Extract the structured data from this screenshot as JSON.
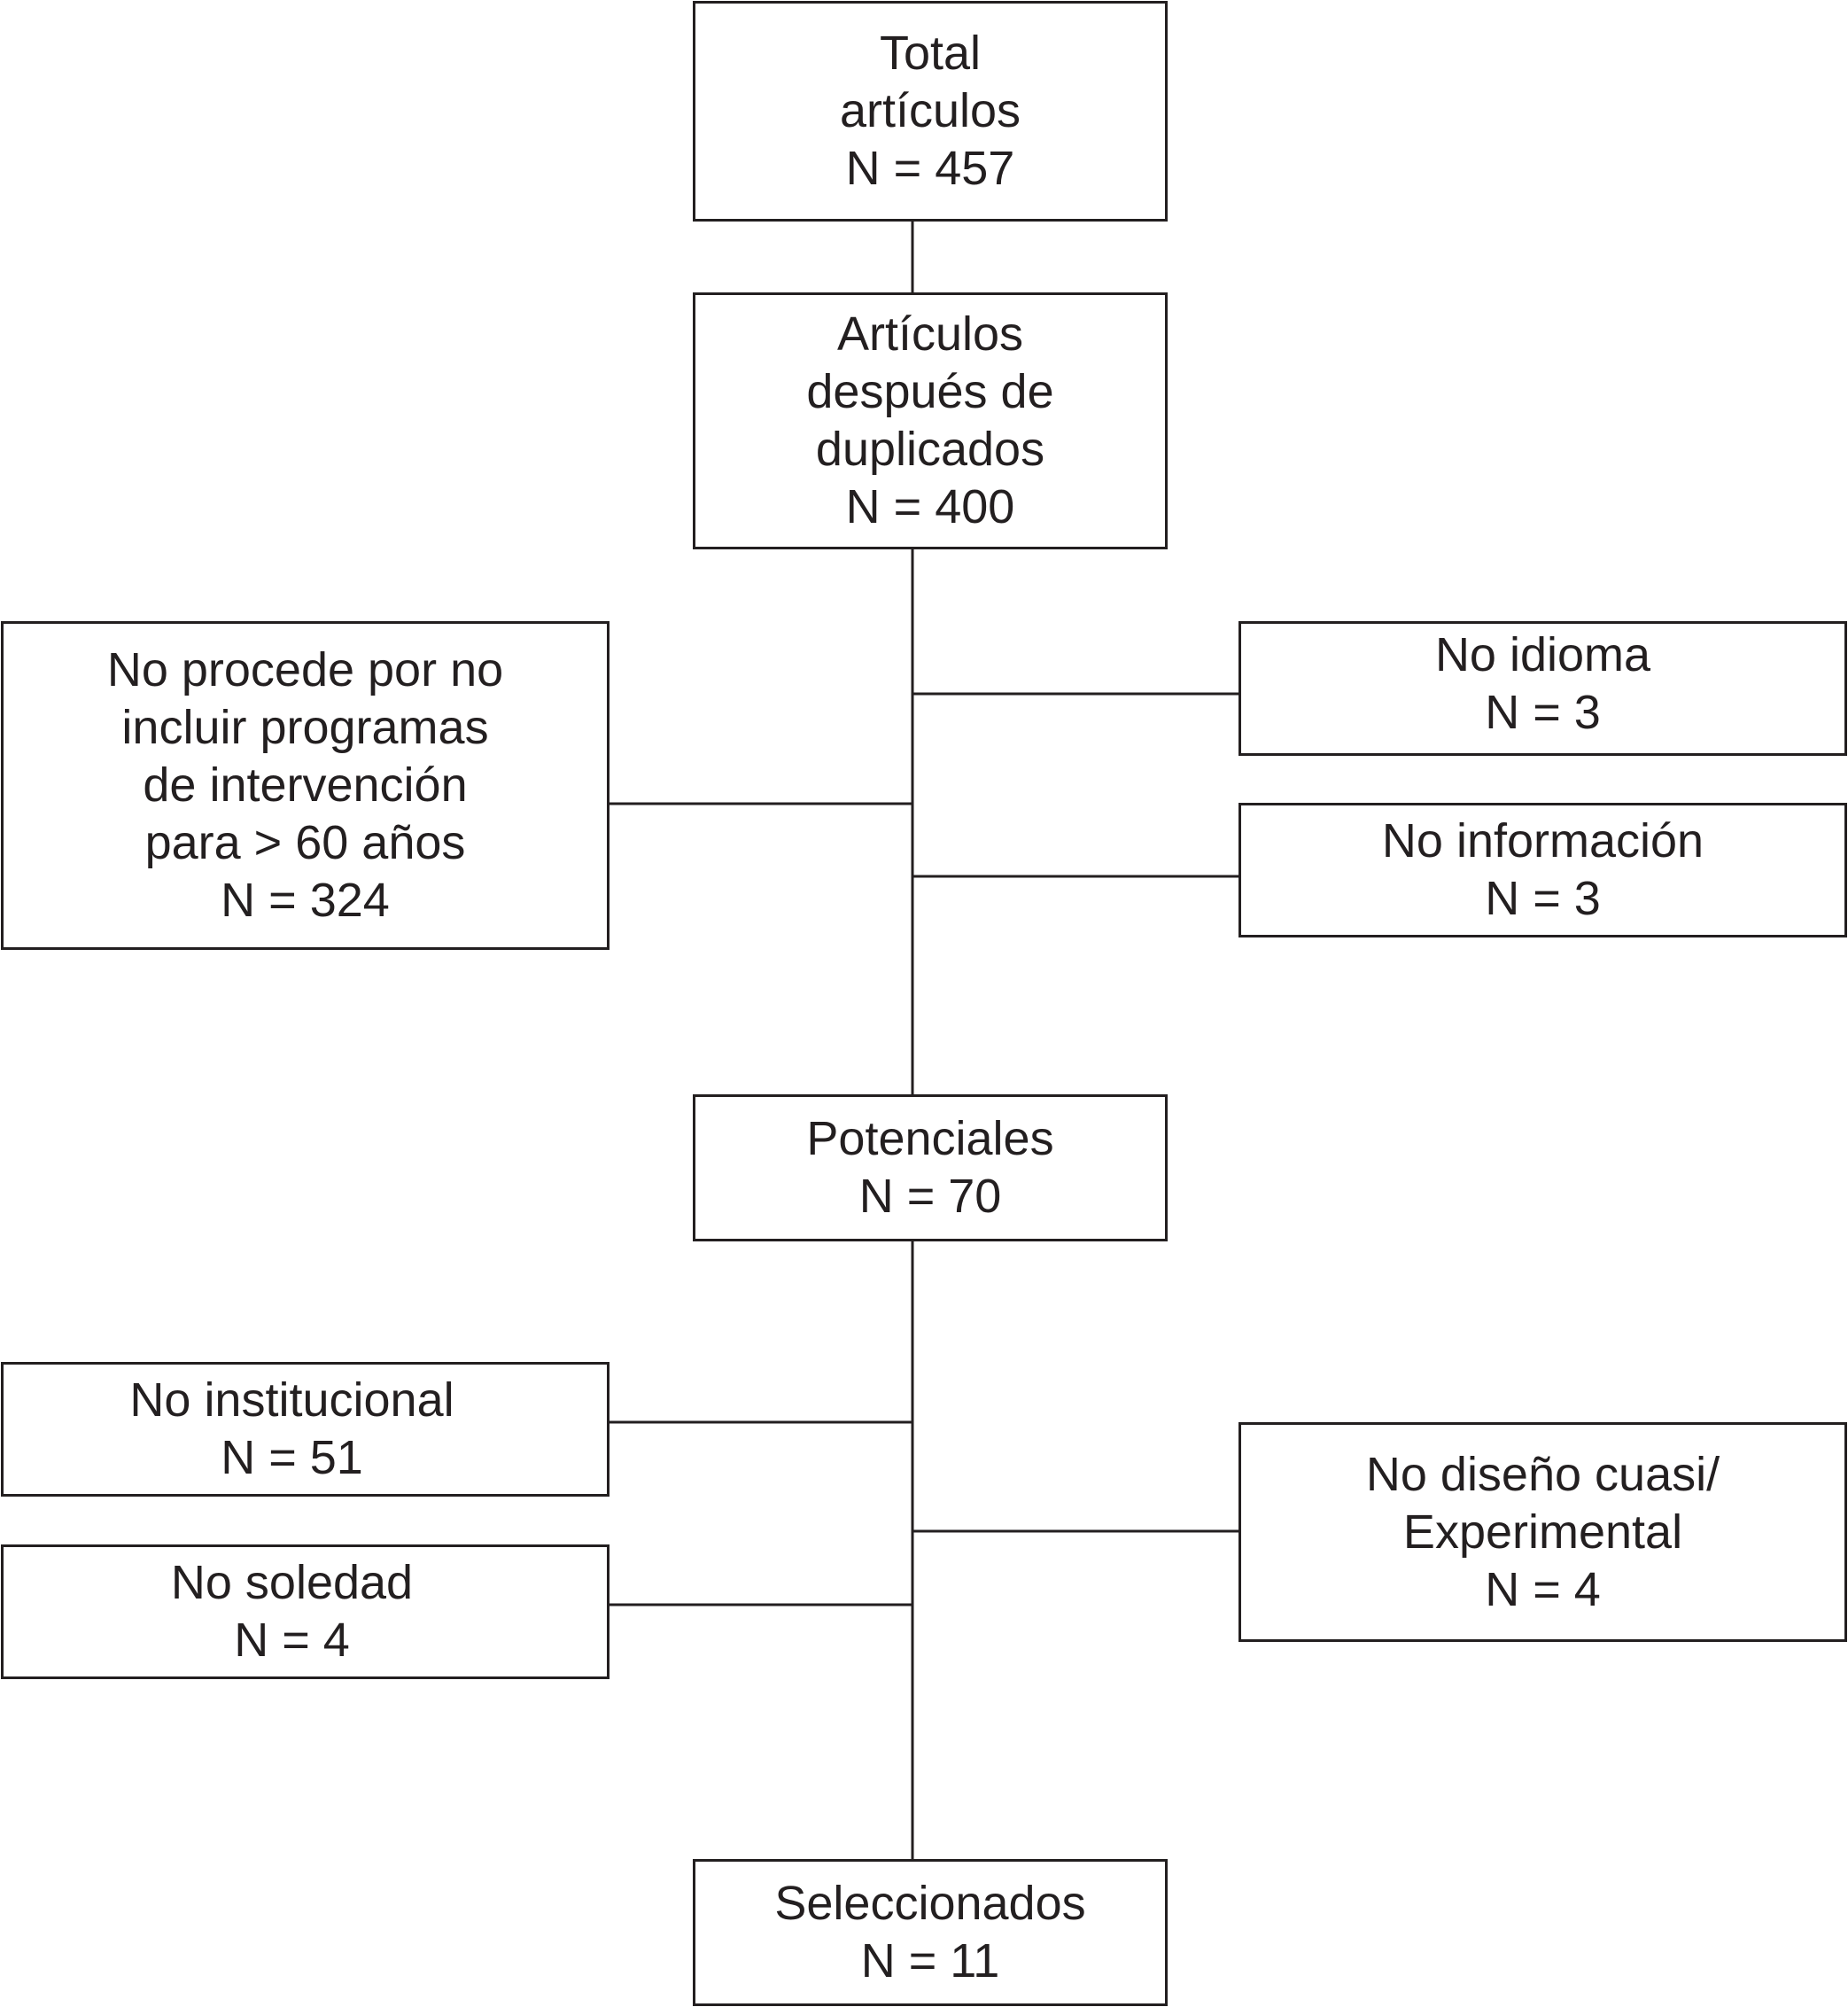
{
  "flowchart": {
    "nodes": [
      {
        "id": "total",
        "lines": [
          "Total",
          "artículos",
          "N = 457"
        ]
      },
      {
        "id": "duplicados",
        "lines": [
          "Artículos",
          "después de",
          "duplicados",
          "N = 400"
        ]
      },
      {
        "id": "no_procede",
        "lines": [
          "No procede por no",
          "incluir programas",
          "de intervención",
          "para > 60 años",
          "N = 324"
        ]
      },
      {
        "id": "no_idioma",
        "lines": [
          "No idioma",
          "N = 3"
        ]
      },
      {
        "id": "no_informacion",
        "lines": [
          "No información",
          "N = 3"
        ]
      },
      {
        "id": "potenciales",
        "lines": [
          "Potenciales",
          "N = 70"
        ]
      },
      {
        "id": "no_institucional",
        "lines": [
          "No institucional",
          "N = 51"
        ]
      },
      {
        "id": "no_soledad",
        "lines": [
          "No soledad",
          "N = 4"
        ]
      },
      {
        "id": "no_diseno",
        "lines": [
          "No diseño cuasi/",
          "Experimental",
          "N = 4"
        ]
      },
      {
        "id": "seleccionados",
        "lines": [
          "Seleccionados",
          "N = 11"
        ]
      }
    ],
    "edges": [
      {
        "from": "total",
        "to": "duplicados"
      },
      {
        "from": "duplicados",
        "to": "potenciales"
      },
      {
        "from": "duplicados",
        "to": "no_procede"
      },
      {
        "from": "duplicados",
        "to": "no_idioma"
      },
      {
        "from": "duplicados",
        "to": "no_informacion"
      },
      {
        "from": "potenciales",
        "to": "seleccionados"
      },
      {
        "from": "potenciales",
        "to": "no_institucional"
      },
      {
        "from": "potenciales",
        "to": "no_soledad"
      },
      {
        "from": "potenciales",
        "to": "no_diseno"
      }
    ]
  },
  "colors": {
    "stroke": "#231f20",
    "background": "#ffffff"
  }
}
